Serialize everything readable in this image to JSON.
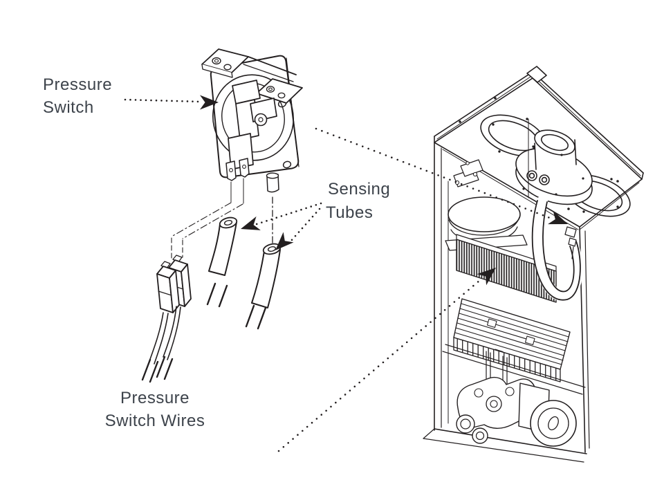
{
  "diagram": {
    "background_color": "#ffffff",
    "line_color": "#231f20",
    "label_color": "#3d434b",
    "callouts": {
      "pressure_switch": {
        "lines": [
          "Pressure",
          "Switch"
        ]
      },
      "sensing_tubes": {
        "lines": [
          "Sensing",
          "Tubes"
        ]
      },
      "pressure_switch_wires": {
        "lines": [
          "Pressure",
          "Switch Wires"
        ]
      }
    }
  }
}
